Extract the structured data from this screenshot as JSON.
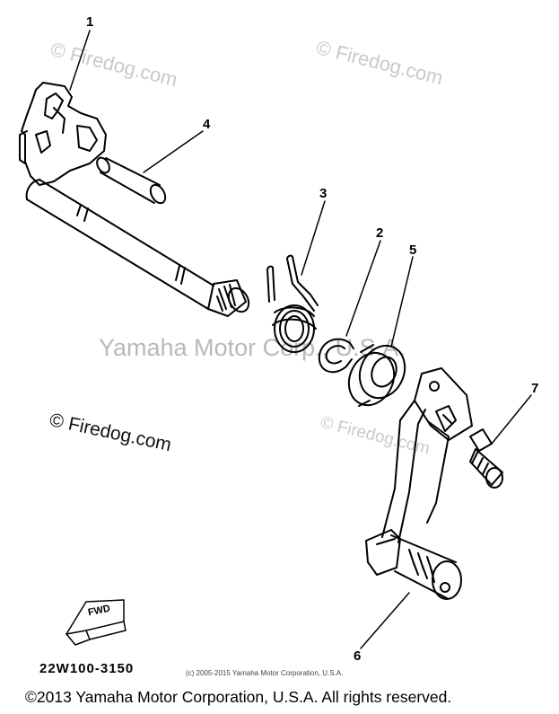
{
  "watermarks": {
    "firedog_top_left": "© Firedog.com",
    "firedog_top_right": "© Firedog.com",
    "firedog_mid_right": "© Firedog.com",
    "firedog_left_dark": "© Firedog.com",
    "center": "Yamaha Motor Corp., U.S.A."
  },
  "callouts": [
    "1",
    "2",
    "3",
    "4",
    "5",
    "6",
    "7"
  ],
  "fwd_label": "FWD",
  "diagram_code": "22W100-3150",
  "small_copyright": "(c) 2005-2015 Yamaha Motor Corporation, U.S.A.",
  "copyright": "©2013 Yamaha Motor Corporation, U.S.A. All rights reserved."
}
